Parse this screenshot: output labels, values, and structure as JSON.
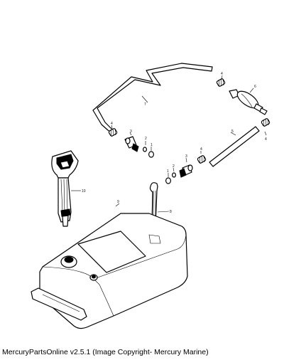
{
  "diagram": {
    "callouts": [
      "1",
      "2",
      "3",
      "4",
      "5",
      "6",
      "7",
      "8",
      "9",
      "10"
    ]
  },
  "footer": {
    "copyright": "MercuryPartsOnline v2.5.1 (Image Copyright- Mercury Marine)"
  }
}
